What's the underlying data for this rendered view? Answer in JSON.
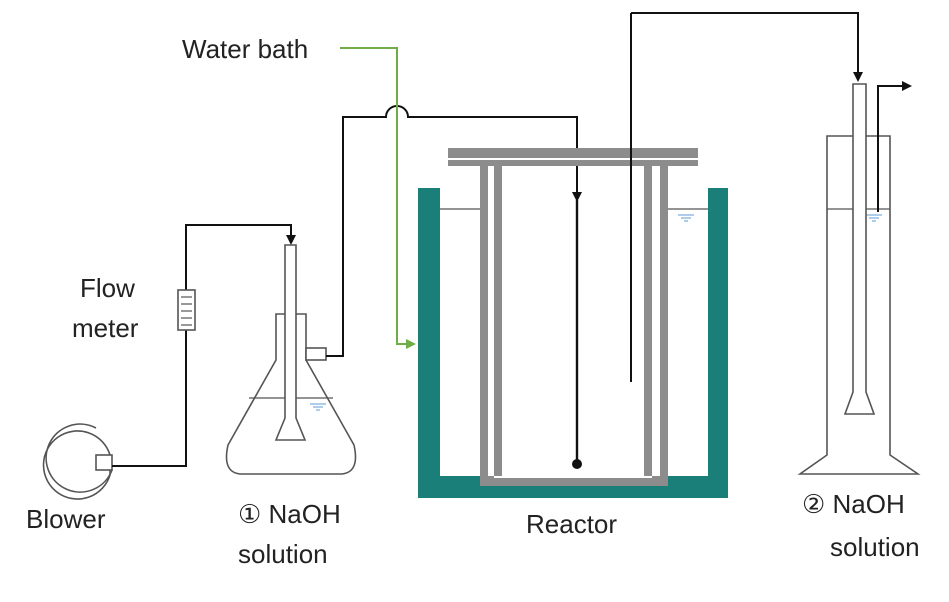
{
  "labels": {
    "water_bath": "Water bath",
    "flow_meter_line1": "Flow",
    "flow_meter_line2": "meter",
    "blower": "Blower",
    "flask1_line1": "① NaOH",
    "flask1_line2": "solution",
    "reactor": "Reactor",
    "cylinder2_line1": "② NaOH",
    "cylinder2_line2": "solution"
  },
  "colors": {
    "line": "#111111",
    "outline": "#555555",
    "water_bath_line": "#70ad47",
    "reactor_wall": "#1a7f78",
    "inner_wall": "#8c8c8c",
    "water_mark": "#5b9bd5"
  }
}
